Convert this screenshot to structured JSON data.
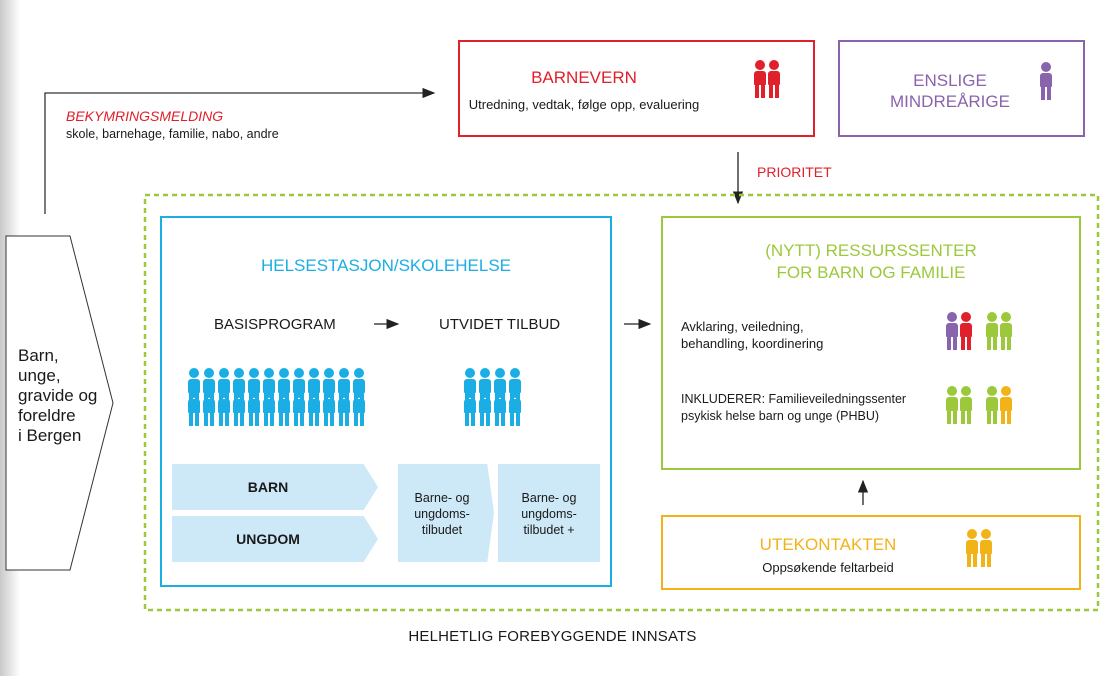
{
  "left_block": {
    "lines": [
      "Barn,",
      "unge,",
      "gravide og",
      "foreldre",
      "i Bergen"
    ]
  },
  "bekymringsmelding": {
    "title": "BEKYMRINGSMELDING",
    "subtitle": "skole, barnehage, familie, nabo, andre"
  },
  "barnevern": {
    "title": "BARNEVERN",
    "subtitle": "Utredning, vedtak, følge opp, evaluering"
  },
  "enslige": {
    "line1": "ENSLIGE",
    "line2": "MINDREÅRIGE"
  },
  "prioritet": "PRIORITET",
  "helsestasjon": {
    "title": "HELSESTASJON/SKOLEHELSE",
    "basisprogram": "BASISPROGRAM",
    "utvidet": "UTVIDET TILBUD",
    "barn": "BARN",
    "ungdom": "UNGDOM",
    "tile1": [
      "Barne- og",
      "ungdoms-",
      "tilbudet"
    ],
    "tile2": [
      "Barne- og",
      "ungdoms-",
      "tilbudet +"
    ]
  },
  "ressurssenter": {
    "title1": "(NYTT) RESSURSSENTER",
    "title2": "FOR BARN OG FAMILIE",
    "item1": [
      "Avklaring, veiledning,",
      "behandling, koordinering"
    ],
    "item2": [
      "INKLUDERER: Familieveiledningssenter",
      "psykisk helse barn og unge (PHBU)"
    ]
  },
  "utekontakten": {
    "title": "UTEKONTAKTEN",
    "subtitle": "Oppsøkende feltarbeid"
  },
  "footer": "HELHETLIG FOREBYGGENDE INNSATS",
  "colors": {
    "red": "#e0202a",
    "purple": "#8a63ad",
    "blue": "#1aaee5",
    "green": "#9cc93b",
    "orange": "#f2b318",
    "light_blue": "#cde8f7",
    "dashed_green": "#9cc93b"
  },
  "icons": [
    "person-icon"
  ]
}
